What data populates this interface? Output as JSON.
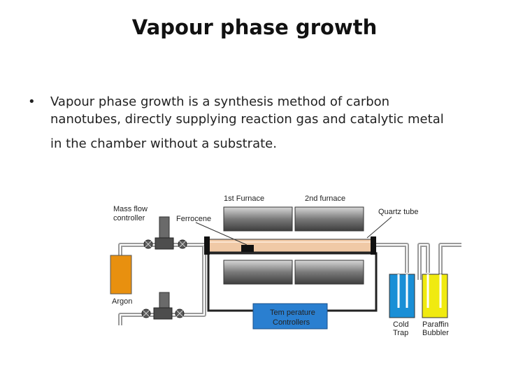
{
  "slide": {
    "title": "Vapour phase growth",
    "bullet_marker": "•",
    "bullet_lines": [
      "Vapour phase growth is a synthesis method of carbon",
      "nanotubes, directly supplying reaction gas and catalytic metal",
      "in the chamber without a substrate."
    ]
  },
  "diagram": {
    "labels": {
      "mass_flow_line1": "Mass flow",
      "mass_flow_line2": "controller",
      "ferrocene": "Ferrocene",
      "furnace1": "1st Furnace",
      "furnace2": "2nd furnace",
      "quartz_tube": "Quartz tube",
      "argon": "Argon",
      "temp_line1": "Tem perature",
      "temp_line2": "Controllers",
      "cold_line1": "Cold",
      "cold_line2": "Trap",
      "paraffin_line1": "Paraffin",
      "paraffin_line2": "Bubbler"
    },
    "colors": {
      "argon": "#e8900f",
      "cold_trap": "#1a8fd6",
      "paraffin": "#f0ea10",
      "quartz_tube": "#f0c9a6",
      "temp_controller": "#2a7fd0",
      "pipe": "#9a9a9a"
    }
  }
}
